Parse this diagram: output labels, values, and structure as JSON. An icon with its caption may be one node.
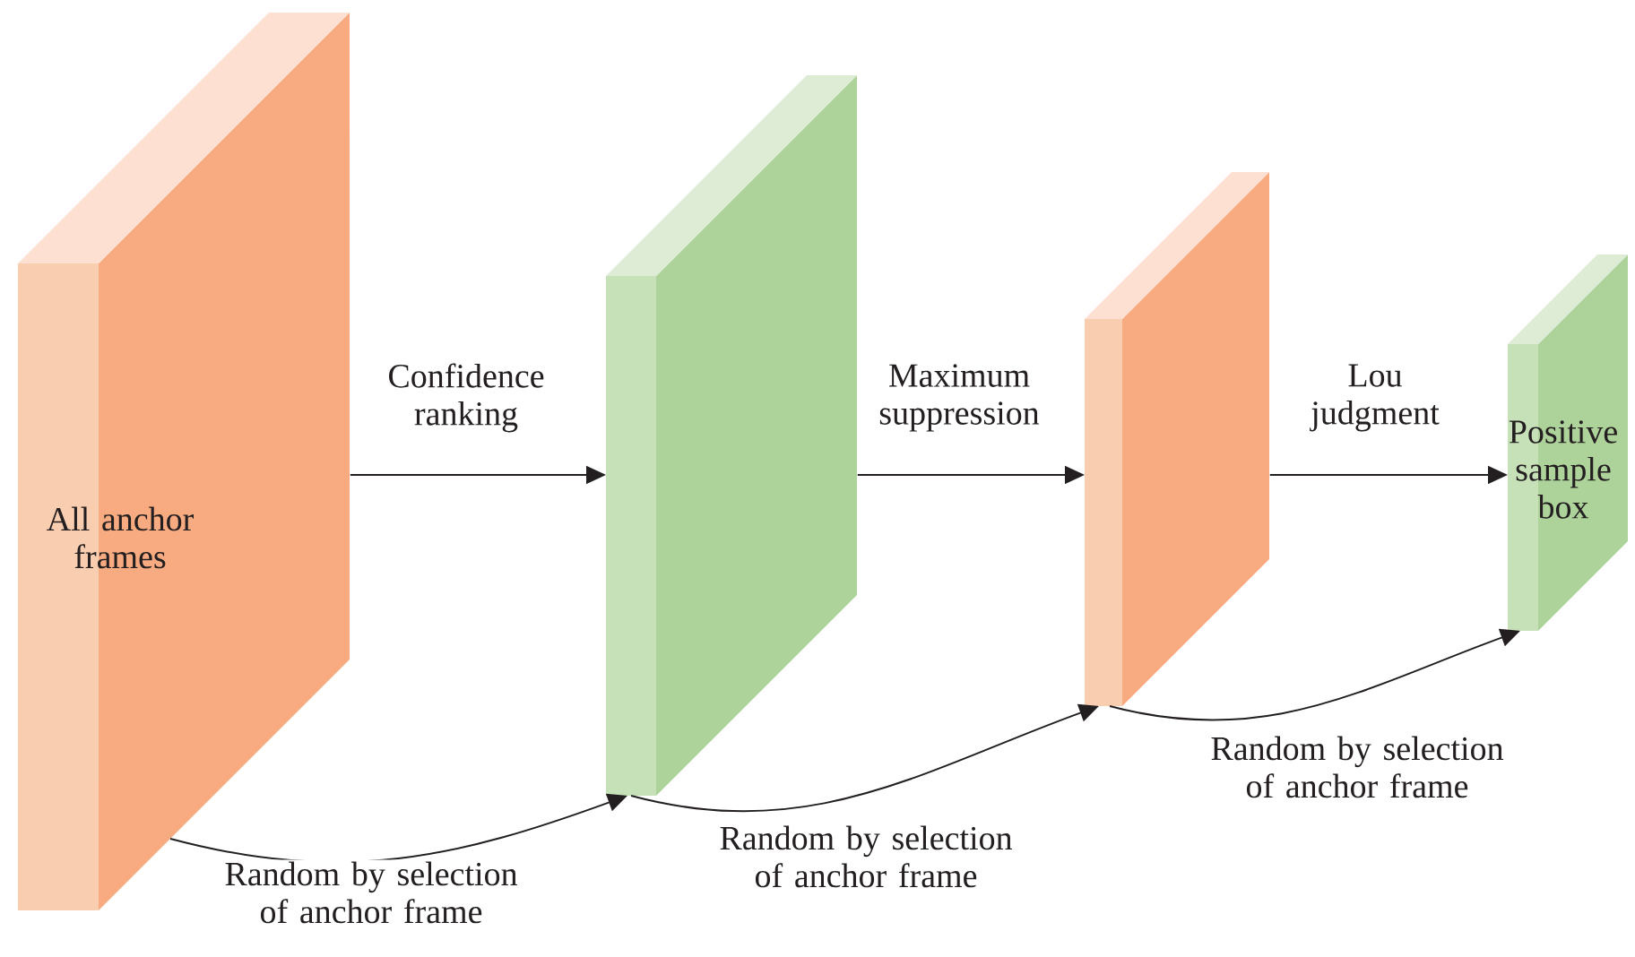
{
  "diagram": {
    "nodes": [
      {
        "text": [
          "All anchor frames"
        ]
      },
      {
        "text": [],
        "shape": "box"
      },
      {
        "text": [],
        "shape": "box"
      },
      {
        "text": [
          "Positive sample box"
        ]
      }
    ],
    "edges": [
      {
        "from": 0,
        "to": 1,
        "arrow": "to",
        "label": "Confidence ranking"
      },
      {
        "from": 1,
        "to": 2,
        "arrow": "to",
        "label": "Maximum suppression"
      },
      {
        "from": 2,
        "to": 3,
        "arrow": "to",
        "label": "Lou judgment"
      },
      {
        "from": 0,
        "to": 1,
        "arrow": "to",
        "label": "Random by selection of anchor frame"
      },
      {
        "from": 1,
        "to": 2,
        "arrow": "to",
        "label": "Random by selection of anchor frame"
      },
      {
        "from": 2,
        "to": 3,
        "arrow": "to",
        "label": "Random by selection of anchor frame"
      }
    ]
  }
}
